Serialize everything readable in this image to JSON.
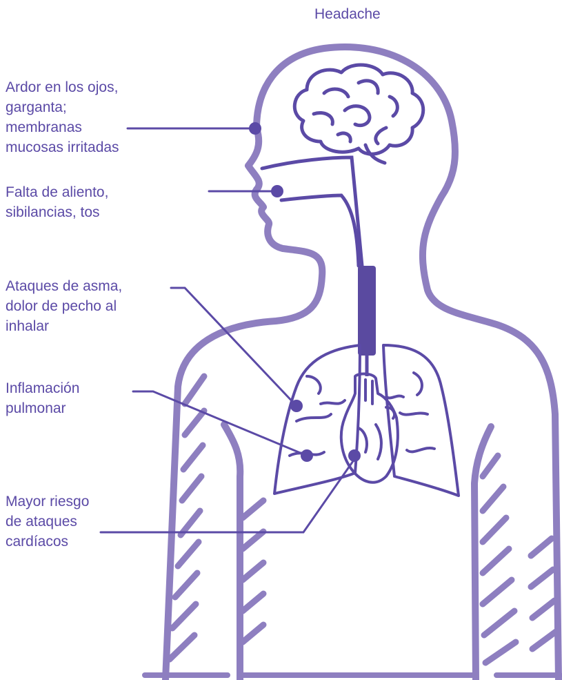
{
  "colors": {
    "outline": "#8e7fc0",
    "organ": "#5b4aa6",
    "text": "#5b4aa6",
    "trachea": "#5a4aa0"
  },
  "labels": {
    "headache": "Headache",
    "eyes_throat": "Ardor en los ojos,\ngarganta;\nmembranas\nmucosas irritadas",
    "breath": "Falta de aliento,\nsibilancias, tos",
    "asthma": "Ataques de asma,\ndolor de pecho al\ninhalar",
    "inflammation": "Inflamación\npulmonar",
    "heart_attack": "Mayor riesgo\nde ataques\ncardíacos"
  }
}
